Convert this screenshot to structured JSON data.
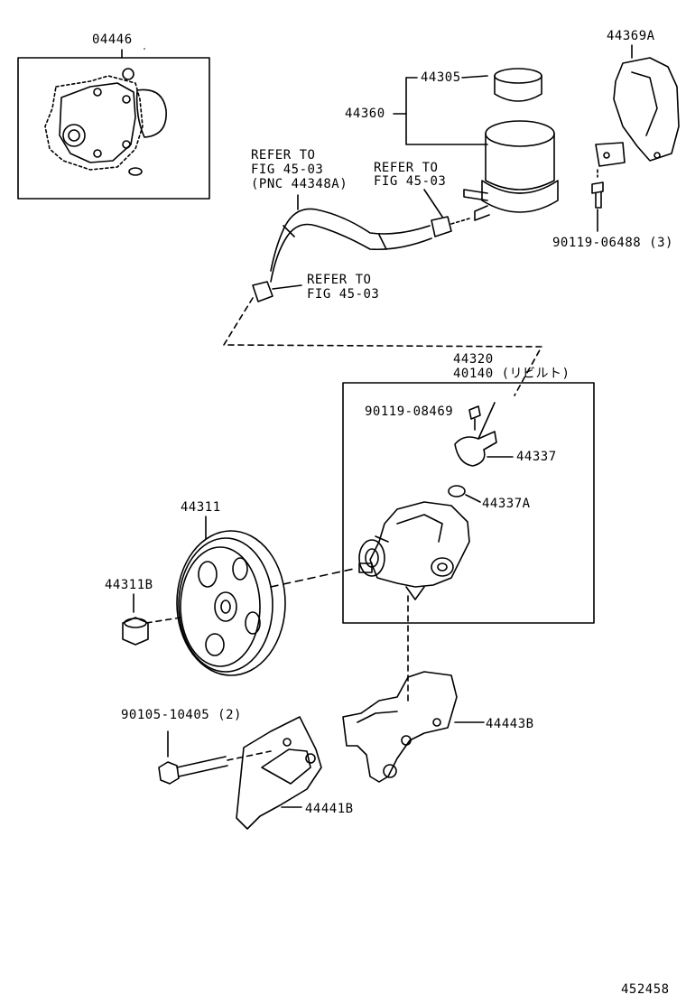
{
  "labels": {
    "p04446": "04446",
    "p44369A": "44369A",
    "p44305": "44305",
    "p44360": "44360",
    "refer1_l1": "REFER TO",
    "refer1_l2": "FIG 45-03",
    "refer1_l3": "(PNC 44348A)",
    "refer2_l1": "REFER TO",
    "refer2_l2": "FIG 45-03",
    "bolt_06488": "90119-06488 (3)",
    "refer3_l1": "REFER TO",
    "refer3_l2": "FIG 45-03",
    "p44320": "44320",
    "p40140": "40140 (リビルト)",
    "bolt_08469": "90119-08469",
    "p44337": "44337",
    "p44337A": "44337A",
    "p44311": "44311",
    "p44311B": "44311B",
    "bolt_10405": "90105-10405 (2)",
    "p44443B": "44443B",
    "p44441B": "44441B",
    "diagram_id": "452458"
  }
}
